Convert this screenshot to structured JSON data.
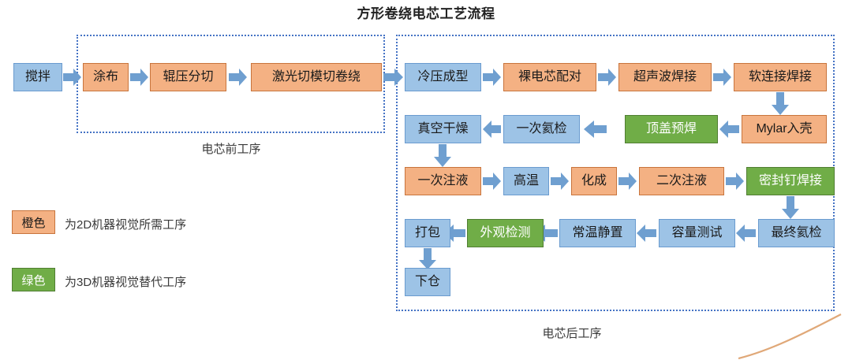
{
  "title": "方形卷绕电芯工艺流程",
  "groups": [
    {
      "id": "pre",
      "label": "电芯前工序"
    },
    {
      "id": "post",
      "label": "电芯后工序"
    }
  ],
  "nodes": {
    "mix": "搅拌",
    "coating": "涂布",
    "roll_press_slit": "辊压分切",
    "laser_die_cut_wind": "激光切模切卷绕",
    "cold_press_form": "冷压成型",
    "bare_cell_pairing": "裸电芯配对",
    "ultrasonic_welding": "超声波焊接",
    "flex_connector_welding": "软连接焊接",
    "mylar_casing": "Mylar入壳",
    "top_cover_pre_weld": "顶盖预焊",
    "first_helium_test": "一次氦检",
    "vacuum_drying": "真空干燥",
    "first_injection": "一次注液",
    "high_temp": "高温",
    "formation": "化成",
    "second_injection": "二次注液",
    "seal_pin_welding": "密封钉焊接",
    "final_helium_test": "最终氦检",
    "capacity_test": "容量测试",
    "room_temp_rest": "常温静置",
    "appearance_inspection": "外观检测",
    "packing": "打包",
    "warehousing": "下仓"
  },
  "legend": [
    {
      "swatch": "橙色",
      "text": "为2D机器视觉所需工序",
      "color": "#F4B183"
    },
    {
      "swatch": "绿色",
      "text": "为3D机器视觉替代工序",
      "color": "#70AD47"
    }
  ],
  "colors": {
    "blue_fill": "#9DC3E6",
    "blue_border": "#6A9BCF",
    "orange_fill": "#F4B183",
    "orange_border": "#C8743C",
    "green_fill": "#70AD47",
    "green_border": "#507E32",
    "arrow_fill": "#6F9FD0",
    "group_border": "#4472C4",
    "background": "#FFFFFF"
  }
}
